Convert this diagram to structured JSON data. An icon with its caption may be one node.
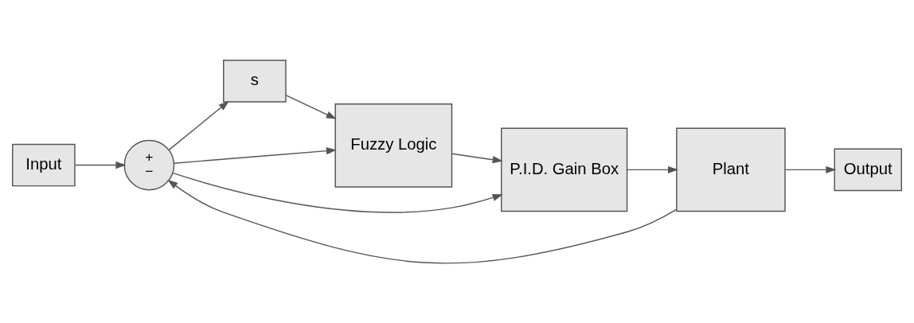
{
  "diagram": {
    "nodes": [
      {
        "text": [
          "Input"
        ]
      },
      {
        "text": [
          "+",
          "−"
        ]
      },
      {
        "text": [
          "s"
        ]
      },
      {
        "text": [
          "Fuzzy Logic"
        ]
      },
      {
        "text": [
          "P.I.D. Gain Box"
        ]
      },
      {
        "text": [
          "Plant"
        ]
      },
      {
        "text": [
          "Output"
        ]
      }
    ],
    "edges": [
      {
        "from": 0,
        "to": 1,
        "arrow": "to"
      },
      {
        "from": 1,
        "to": 2,
        "arrow": "to"
      },
      {
        "from": 2,
        "to": 3,
        "arrow": "to"
      },
      {
        "from": 1,
        "to": 3,
        "arrow": "to"
      },
      {
        "from": 1,
        "to": 4,
        "arrow": "to"
      },
      {
        "from": 3,
        "to": 4,
        "arrow": "to"
      },
      {
        "from": 4,
        "to": 5,
        "arrow": "to"
      },
      {
        "from": 5,
        "to": 6,
        "arrow": "to"
      },
      {
        "from": 5,
        "to": 1,
        "arrow": "to"
      }
    ]
  }
}
